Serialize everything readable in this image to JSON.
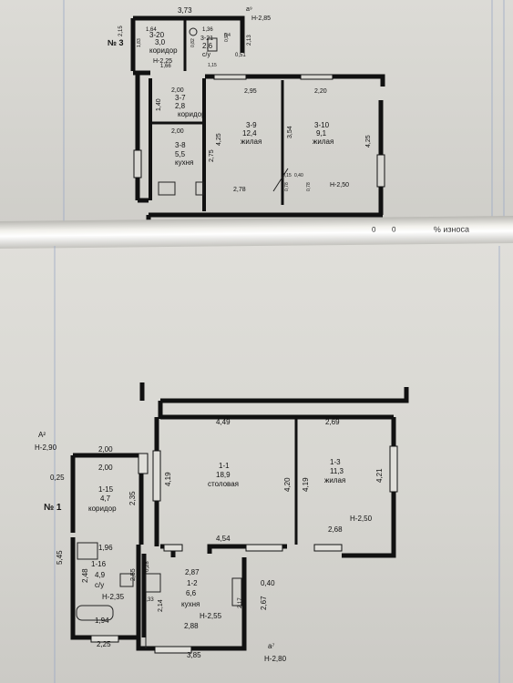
{
  "fold": {
    "wear_label": "% износа",
    "zero_a": "0",
    "zero_b": "0"
  },
  "top_plan": {
    "floor_label": "№ 3",
    "mark": "а⁹",
    "mark_h": "Н-2,85",
    "dims": {
      "top_width": "3,73",
      "left_small": "2,15",
      "right_small": "2,13",
      "d164": "1,64",
      "d136": "1,36",
      "d183": "1,83",
      "d093": "0,93",
      "d082": "0,82",
      "d166": "1,66",
      "d115": "1,15",
      "d051": "0,51",
      "d04": "0,4",
      "d295": "2,95",
      "d220": "2,20",
      "d200a": "2,00",
      "d140": "1,40",
      "d200b": "2,00",
      "d425a": "4,25",
      "d354": "3,54",
      "d425b": "4,25",
      "d275": "2,75",
      "d278": "2,78",
      "d015": "0,15",
      "d040": "0,40",
      "d078a": "0,78",
      "d078b": "0,78"
    },
    "rooms": [
      {
        "id": "3-20",
        "area": "3,0",
        "name": "коридор"
      },
      {
        "id": "3-21",
        "area": "2,6",
        "name": "с/у"
      },
      {
        "id": "3-7",
        "area": "2,8",
        "name": "коридор"
      },
      {
        "id": "3-9",
        "area": "12,4",
        "name": "жилая"
      },
      {
        "id": "3-10",
        "area": "9,1",
        "name": "жилая"
      },
      {
        "id": "3-8",
        "area": "5,5",
        "name": "кухня"
      }
    ],
    "h_top": "Н-2,25",
    "h_main": "Н-2,50"
  },
  "bottom_plan": {
    "floor_label": "№ 1",
    "mark_a2": "А²",
    "mark_a2_h": "Н-2,90",
    "mark_a7": "а⁷",
    "mark_a7_h": "Н-2,80",
    "dims": {
      "d449": "4,49",
      "d269": "2,69",
      "d200a": "2,00",
      "d200b": "2,00",
      "d025": "0,25",
      "d419a": "4,19",
      "d420": "4,20",
      "d419b": "4,19",
      "d421": "4,21",
      "d235": "2,35",
      "d545": "5,45",
      "d454": "4,54",
      "d268": "2,68",
      "d196": "1,96",
      "d248": "2,48",
      "d255": "2,55",
      "d033": "0,33",
      "d214": "2,14",
      "d287": "2,87",
      "d040": "0,40",
      "d217": "2,17",
      "d267": "2,67",
      "d288": "2,88",
      "d194": "1,94",
      "d225": "2,25",
      "d385": "3,85",
      "d028": "0,28"
    },
    "rooms": [
      {
        "id": "1-1",
        "area": "18,9",
        "name": "столовая"
      },
      {
        "id": "1-3",
        "area": "11,3",
        "name": "жилая"
      },
      {
        "id": "1-15",
        "area": "4,7",
        "name": "коридор"
      },
      {
        "id": "1-16",
        "area": "4,9",
        "name": "с/у"
      },
      {
        "id": "1-2",
        "area": "6,6",
        "name": "кухня"
      }
    ],
    "h_main": "Н-2,50",
    "h_su": "Н-2,35",
    "h_kitchen": "Н-2,55"
  }
}
